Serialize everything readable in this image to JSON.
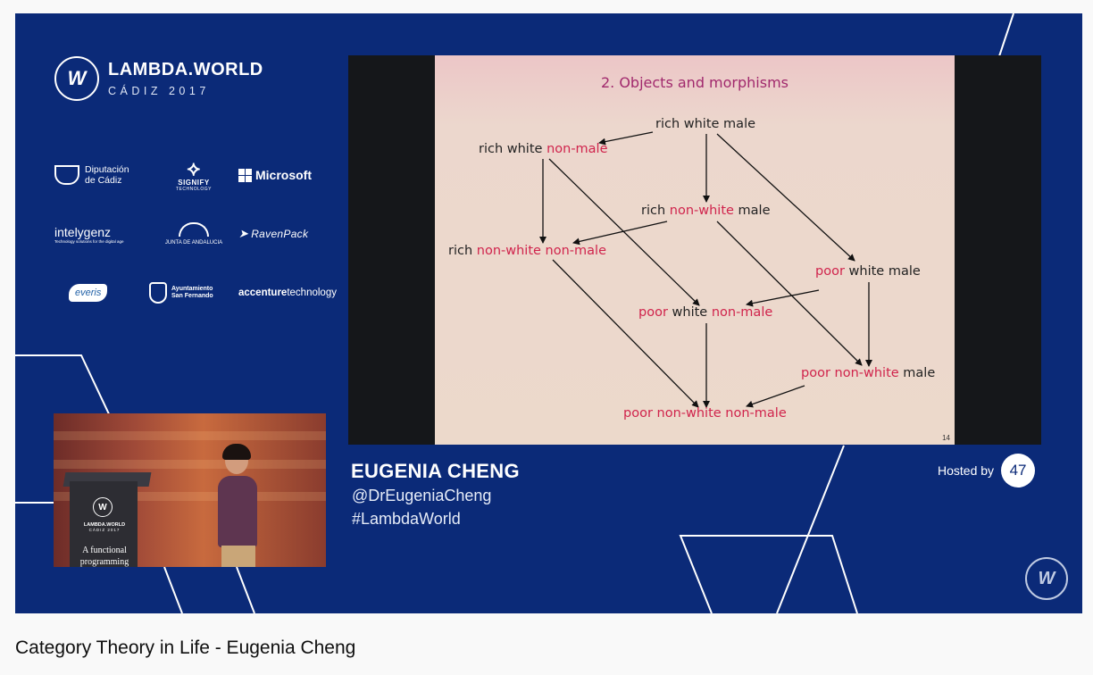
{
  "page": {
    "video_title": "Category Theory in Life - Eugenia Cheng"
  },
  "event": {
    "logo_glyph": "W",
    "name": "LAMBDA.WORLD",
    "edition": "CÁDIZ 2017"
  },
  "sponsors": {
    "diputacion": "Diputación\nde Cádiz",
    "signify_name": "SIGNIFY",
    "signify_sub": "TECHNOLOGY",
    "microsoft": "Microsoft",
    "intelygenz": "intelygenz",
    "intelygenz_tagline": "Technology solutions for the digital age",
    "junta": "JUNTA DE ANDALUCIA",
    "ravenpack": "RavenPack",
    "everis": "everis",
    "ayuntamiento": "Ayuntamiento\nSan Fernando",
    "accenture_bold": "accenture",
    "accenture_rest": "technology"
  },
  "speaker_feed": {
    "podium_logo": "W",
    "podium_name": "LAMBDA.WORLD",
    "podium_edition": "CÁDIZ 2017",
    "podium_text": "A functional programming"
  },
  "slide": {
    "title": "2. Objects and morphisms",
    "page_number": "14",
    "nodes": [
      {
        "id": "rwm",
        "parts": [
          {
            "t": "rich white male",
            "red": false
          }
        ]
      },
      {
        "id": "rwn",
        "parts": [
          {
            "t": "rich white ",
            "red": false
          },
          {
            "t": "non-male",
            "red": true
          }
        ]
      },
      {
        "id": "rnm",
        "parts": [
          {
            "t": "rich ",
            "red": false
          },
          {
            "t": "non-white",
            "red": true
          },
          {
            "t": " male",
            "red": false
          }
        ]
      },
      {
        "id": "rnn",
        "parts": [
          {
            "t": "rich ",
            "red": false
          },
          {
            "t": "non-white non-male",
            "red": true
          }
        ]
      },
      {
        "id": "pwm",
        "parts": [
          {
            "t": "poor",
            "red": true
          },
          {
            "t": " white male",
            "red": false
          }
        ]
      },
      {
        "id": "pwn",
        "parts": [
          {
            "t": "poor",
            "red": true
          },
          {
            "t": " white ",
            "red": false
          },
          {
            "t": "non-male",
            "red": true
          }
        ]
      },
      {
        "id": "pnm",
        "parts": [
          {
            "t": "poor non-white",
            "red": true
          },
          {
            "t": " male",
            "red": false
          }
        ]
      },
      {
        "id": "pnn",
        "parts": [
          {
            "t": "poor non-white non-male",
            "red": true
          }
        ]
      }
    ]
  },
  "speaker": {
    "name": "EUGENIA CHENG",
    "handle": "@DrEugeniaCheng",
    "hashtag": "#LambdaWorld"
  },
  "host": {
    "label": "Hosted by",
    "badge": "47"
  },
  "watermark": "W",
  "colors": {
    "background": "#0b2a78",
    "slide_red": "#d0244c",
    "slide_title": "#a1296d",
    "page_bg": "#f9f9f9"
  }
}
